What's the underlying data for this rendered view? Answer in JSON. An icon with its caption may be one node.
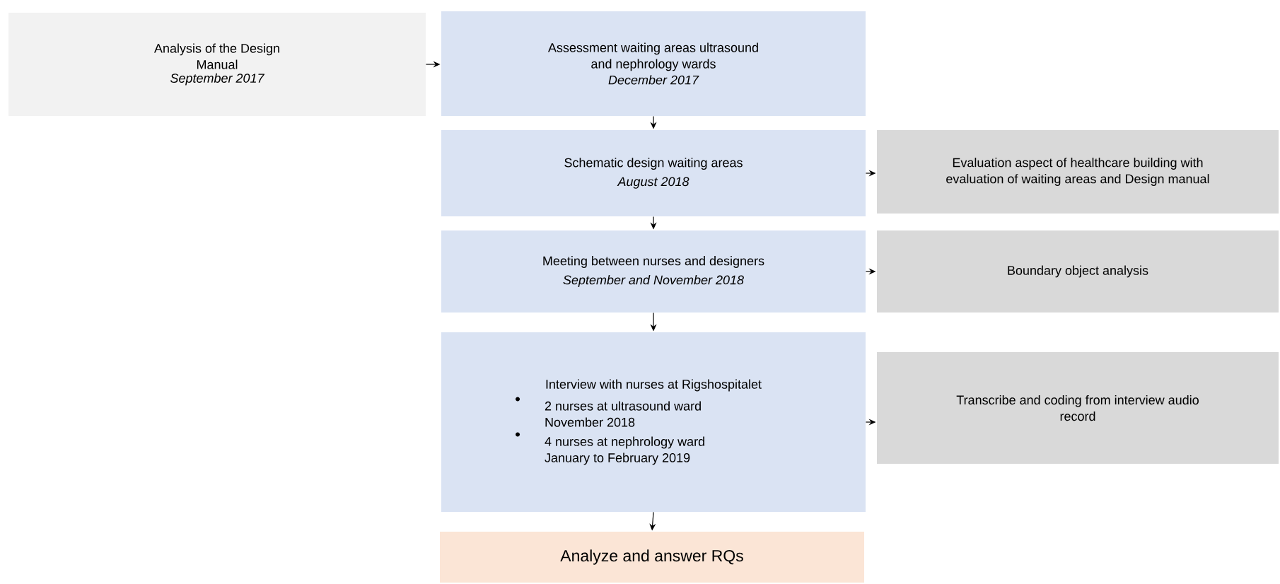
{
  "diagram": {
    "nodes": [
      {
        "text": [
          "Analysis of the Design Manual",
          "September 2017"
        ]
      },
      {
        "text": [
          "Assessment waiting areas ultrasound and nephrology wards",
          "December 2017"
        ]
      },
      {
        "text": [
          "Schematic design waiting areas",
          "August 2018"
        ]
      },
      {
        "text": [
          "Evaluation aspect of healthcare building with evaluation of waiting areas and Design manual"
        ]
      },
      {
        "text": [
          "Meeting between nurses and designers",
          "September and November 2018"
        ]
      },
      {
        "text": [
          "Boundary object analysis"
        ]
      },
      {
        "text": [
          "Interview with nurses at  Rigshospitalet",
          "2 nurses at ultrasound ward November 2018",
          "4 nurses at nephrology ward January to February 2019"
        ]
      },
      {
        "text": [
          "Transcribe and coding from interview audio record"
        ]
      },
      {
        "text": [
          "Analyze and answer RQs"
        ]
      }
    ],
    "edges": [
      {
        "from": 0,
        "to": 1,
        "arrow": "to"
      },
      {
        "from": 1,
        "to": 2,
        "arrow": "to"
      },
      {
        "from": 2,
        "to": 3,
        "arrow": "to"
      },
      {
        "from": 2,
        "to": 4,
        "arrow": "to"
      },
      {
        "from": 4,
        "to": 5,
        "arrow": "to"
      },
      {
        "from": 4,
        "to": 6,
        "arrow": "to"
      },
      {
        "from": 6,
        "to": 7,
        "arrow": "to"
      },
      {
        "from": 6,
        "to": 8,
        "arrow": "to"
      }
    ]
  }
}
